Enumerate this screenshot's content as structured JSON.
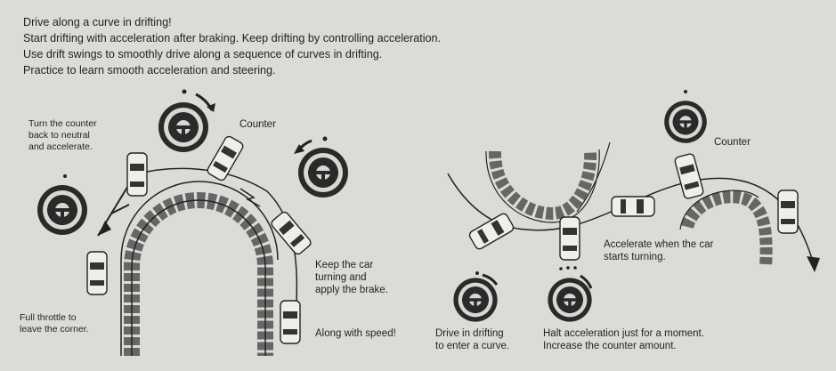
{
  "intro": {
    "line1": "Drive along a curve in drifting!",
    "line2": "Start drifting with acceleration after braking. Keep drifting by controlling acceleration.",
    "line3": "Use drift swings to smoothly drive along a sequence of curves in drifting.",
    "line4": "Practice to learn smooth acceleration and steering."
  },
  "left_diagram": {
    "turn_counter": "Turn the counter\nback to neutral\nand accelerate.",
    "counter": "Counter",
    "keep_turning": "Keep the car\nturning and\napply the brake.",
    "full_throttle": "Full throttle to\nleave the corner.",
    "along_speed": "Along with speed!"
  },
  "right_diagram": {
    "counter": "Counter",
    "accelerate": "Accelerate when the car\nstarts turning.",
    "enter_curve": "Drive in drifting\nto enter a curve.",
    "halt": "Halt acceleration just for a moment.\nIncrease the counter amount."
  }
}
